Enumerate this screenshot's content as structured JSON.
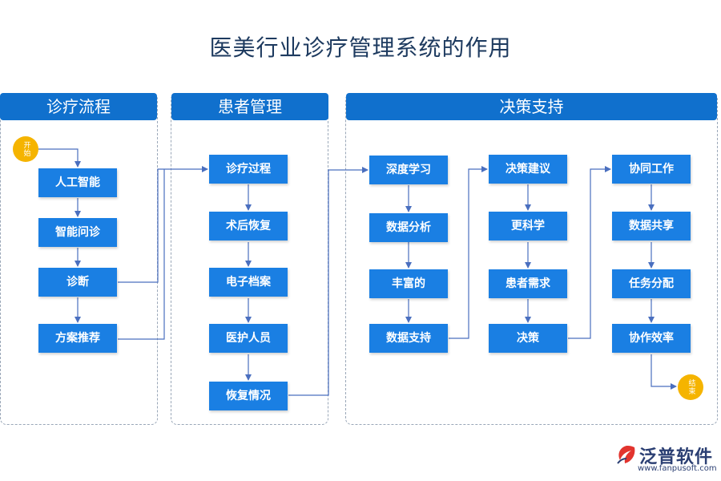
{
  "title": "医美行业诊疗管理系统的作用",
  "colors": {
    "header": "#1070cd",
    "box": "#1a7fe3",
    "terminal": "#f5b400",
    "title": "#1d3a5f"
  },
  "sections": {
    "diagnosis": {
      "header": "诊疗流程",
      "start": "开始",
      "steps": [
        "人工智能",
        "智能问诊",
        "诊断",
        "方案推荐"
      ]
    },
    "patient": {
      "header": "患者管理",
      "steps": [
        "诊疗过程",
        "术后恢复",
        "电子档案",
        "医护人员",
        "恢复情况"
      ]
    },
    "decision": {
      "header": "决策支持",
      "col1": [
        "深度学习",
        "数据分析",
        "丰富的",
        "数据支持"
      ],
      "col2": [
        "决策建议",
        "更科学",
        "患者需求",
        "决策"
      ],
      "col3": [
        "协同工作",
        "数据共享",
        "任务分配",
        "协作效率"
      ],
      "end": "结束"
    }
  },
  "logo": {
    "name": "泛普软件",
    "url": "www.fanpusoft.com",
    "icon": "fanpu-logo-icon"
  }
}
